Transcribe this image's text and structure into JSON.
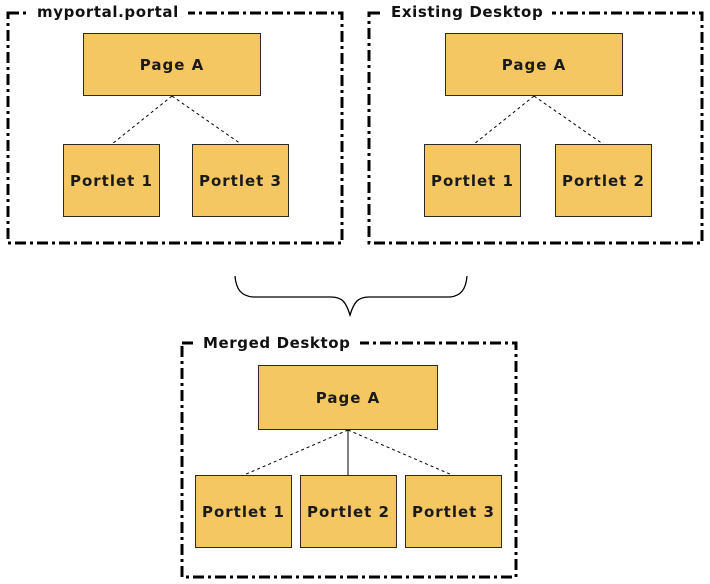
{
  "diagram": {
    "panels": [
      {
        "title": "myportal.portal",
        "page_label": "Page A",
        "portlets": [
          "Portlet 1",
          "Portlet 3"
        ]
      },
      {
        "title": "Existing Desktop",
        "page_label": "Page A",
        "portlets": [
          "Portlet 1",
          "Portlet 2"
        ]
      },
      {
        "title": "Merged Desktop",
        "page_label": "Page A",
        "portlets": [
          "Portlet 1",
          "Portlet 2",
          "Portlet 3"
        ]
      }
    ],
    "colors": {
      "box_fill": "#F5C763",
      "box_border": "#2E2A20",
      "panel_border": "#000000",
      "connector_line": "#000000",
      "background": "#FFFFFF",
      "text": "#1A1A1A"
    }
  }
}
